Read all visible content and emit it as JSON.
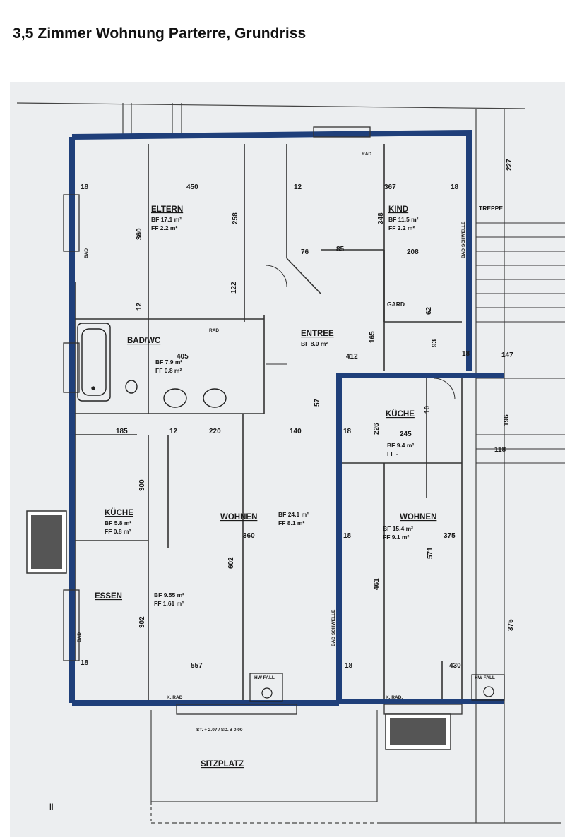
{
  "title": "3,5 Zimmer Wohnung Parterre, Grundriss",
  "accent_wall_color": "#1f3f7a",
  "rooms": {
    "eltern": {
      "name": "ELTERN",
      "bf": "BF 17.1 m²",
      "ff": "FF 2.2 m²"
    },
    "kind": {
      "name": "KIND",
      "bf": "BF 11.5 m²",
      "ff": "FF 2.2 m²"
    },
    "bad_wc": {
      "name": "BAD/WC",
      "bf": "BF 7.9 m²",
      "ff": "FF 0.8 m²"
    },
    "entree": {
      "name": "ENTREE",
      "bf": "BF 8.0 m²"
    },
    "kueche_left": {
      "name": "KÜCHE",
      "bf": "BF 5.8 m²",
      "ff": "FF 0.8 m²"
    },
    "essen": {
      "name": "ESSEN",
      "bf": "BF 9.55 m²",
      "ff": "FF 1.61 m²"
    },
    "wohnen_center": {
      "name": "WOHNEN",
      "bf": "BF 24.1 m²",
      "ff": "FF 8.1 m²"
    },
    "kueche_right": {
      "name": "KÜCHE",
      "bf": "BF 9.4 m²",
      "ff": "FF -"
    },
    "wohnen_right": {
      "name": "WOHNEN",
      "bf": "BF 15.4 m²",
      "ff": "FF 9.1 m²"
    },
    "sitzplatz": {
      "name": "SITZPLATZ"
    },
    "garderobe": {
      "name": "GARD"
    },
    "treppe": {
      "name": "TREPPE"
    }
  },
  "dims": {
    "d450": "450",
    "d367": "367",
    "d360a": "360",
    "d258": "258",
    "d122": "122",
    "d405": "405",
    "d185": "185",
    "d220": "220",
    "d140": "140",
    "d300": "300",
    "d302": "302",
    "d557": "557",
    "d360b": "360",
    "d602": "602",
    "d412": "412",
    "d245": "245",
    "d375": "375",
    "d571": "571",
    "d430": "430",
    "d227": "227",
    "d147": "147",
    "d348": "348",
    "d208": "208",
    "d165": "165",
    "d461": "461",
    "d12a": "12",
    "d12b": "12",
    "d12c": "12",
    "d18a": "18",
    "d18b": "18",
    "d18c": "18",
    "d18d": "18",
    "d18e": "18",
    "d18f": "18",
    "d76": "76",
    "d85": "85",
    "d226": "226",
    "d196": "196",
    "d93": "93",
    "d62": "62",
    "d18g": "18",
    "d57": "57",
    "d375b": "375",
    "d10": "10",
    "d118": "118"
  },
  "misc": {
    "bad_mark_top": "RAD",
    "bad_left_top": "BAD",
    "bad_left_bottom": "BAD",
    "bad_bottom_center": "K. RAD",
    "bad_bottom_right": "K. RAD.",
    "sitz_level": "ST. + 2.07 / SD. ± 0.00",
    "bad_schwelle_center": "BAD SCHWELLE",
    "bad_schwelle_right": "BAD SCHWELLE",
    "rad_mid": "RAD",
    "hw_label": "HW FALL",
    "hw_label2": "HW FALL",
    "marker_left": "||"
  }
}
